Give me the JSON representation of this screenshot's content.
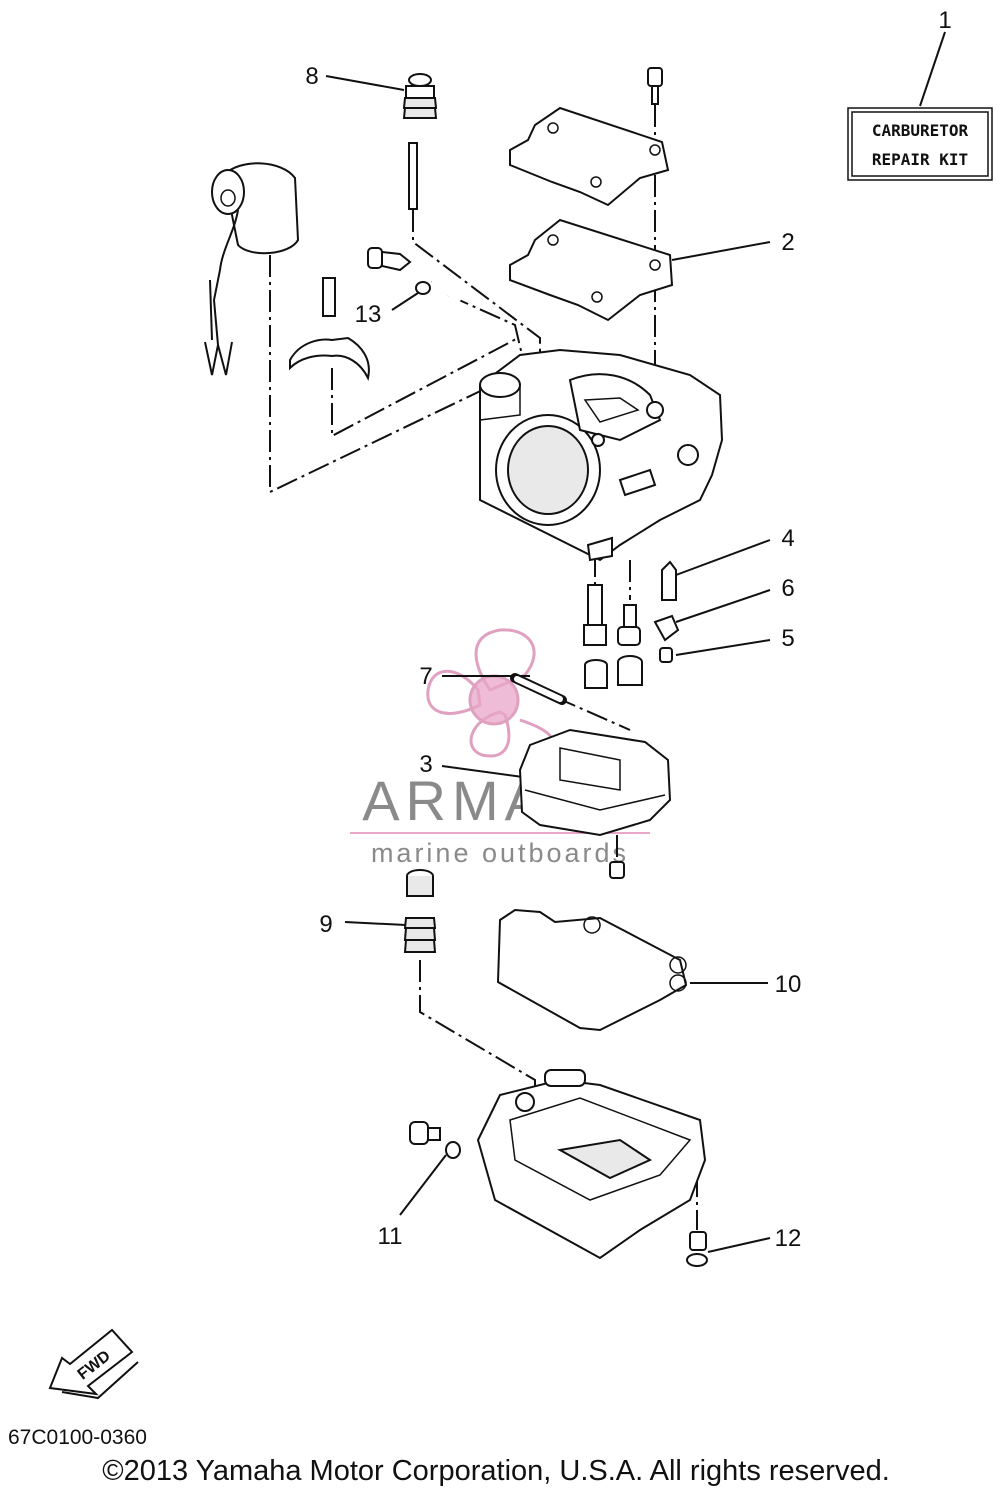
{
  "callouts": [
    {
      "id": "1",
      "label": "1"
    },
    {
      "id": "2",
      "label": "2"
    },
    {
      "id": "3",
      "label": "3"
    },
    {
      "id": "4",
      "label": "4"
    },
    {
      "id": "5",
      "label": "5"
    },
    {
      "id": "6",
      "label": "6"
    },
    {
      "id": "7",
      "label": "7"
    },
    {
      "id": "8",
      "label": "8"
    },
    {
      "id": "9",
      "label": "9"
    },
    {
      "id": "10",
      "label": "10"
    },
    {
      "id": "11",
      "label": "11"
    },
    {
      "id": "12",
      "label": "12"
    },
    {
      "id": "13",
      "label": "13"
    }
  ],
  "kit_box": {
    "line1": "CARBURETOR",
    "line2": "REPAIR KIT"
  },
  "watermark": {
    "brand": "ARMADA",
    "tagline": "marine outboards",
    "color": "#e8a6c8"
  },
  "fwd_label": "FWD",
  "diagram_code": "67C0100-0360",
  "copyright": "©2013 Yamaha Motor Corporation, U.S.A. All rights reserved."
}
